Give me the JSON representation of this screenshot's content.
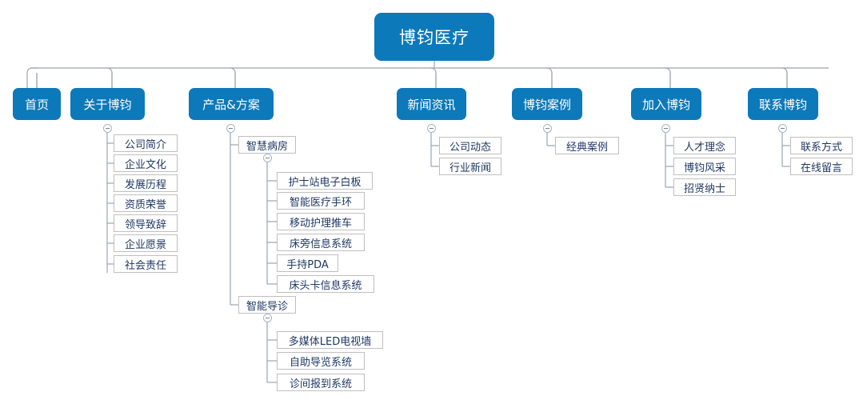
{
  "diagram": {
    "type": "sitemap-tree",
    "orientation": "top-down",
    "colors": {
      "node_fill": "#0C79BA",
      "node_text": "#FFFFFF",
      "box_border": "#BFBFBF",
      "box_text": "#1F3864",
      "connector": "#9AA5AF",
      "background": "#FFFFFF"
    },
    "root": {
      "label": "博钧医疗"
    },
    "branches": [
      {
        "label": "首页",
        "expandable": false,
        "children": []
      },
      {
        "label": "关于博钧",
        "expandable": true,
        "toggle_state": "expanded",
        "toggle_icon": "minus-icon",
        "children": [
          {
            "label": "公司简介"
          },
          {
            "label": "企业文化"
          },
          {
            "label": "发展历程"
          },
          {
            "label": "资质荣誉"
          },
          {
            "label": "领导致辞"
          },
          {
            "label": "企业愿景"
          },
          {
            "label": "社会责任"
          }
        ]
      },
      {
        "label": "产品&方案",
        "expandable": true,
        "toggle_state": "expanded",
        "toggle_icon": "minus-icon",
        "children": [
          {
            "label": "智慧病房",
            "expandable": true,
            "toggle_state": "expanded",
            "toggle_icon": "minus-icon",
            "children": [
              {
                "label": "护士站电子白板"
              },
              {
                "label": "智能医疗手环"
              },
              {
                "label": "移动护理推车"
              },
              {
                "label": "床旁信息系统"
              },
              {
                "label": "手持PDA"
              },
              {
                "label": "床头卡信息系统"
              }
            ]
          },
          {
            "label": "智能导诊",
            "expandable": true,
            "toggle_state": "expanded",
            "toggle_icon": "minus-icon",
            "children": [
              {
                "label": "多媒体LED电视墙"
              },
              {
                "label": "自助导览系统"
              },
              {
                "label": "诊间报到系统"
              }
            ]
          }
        ]
      },
      {
        "label": "新闻资讯",
        "expandable": true,
        "toggle_state": "expanded",
        "toggle_icon": "minus-icon",
        "children": [
          {
            "label": "公司动态"
          },
          {
            "label": "行业新闻"
          }
        ]
      },
      {
        "label": "博钧案例",
        "expandable": true,
        "toggle_state": "expanded",
        "toggle_icon": "minus-icon",
        "children": [
          {
            "label": "经典案例"
          }
        ]
      },
      {
        "label": "加入博钧",
        "expandable": true,
        "toggle_state": "expanded",
        "toggle_icon": "minus-icon",
        "children": [
          {
            "label": "人才理念"
          },
          {
            "label": "博钧风采"
          },
          {
            "label": "招贤纳士"
          }
        ]
      },
      {
        "label": "联系博钧",
        "expandable": true,
        "toggle_state": "expanded",
        "toggle_icon": "minus-icon",
        "children": [
          {
            "label": "联系方式"
          },
          {
            "label": "在线留言"
          }
        ]
      }
    ]
  }
}
